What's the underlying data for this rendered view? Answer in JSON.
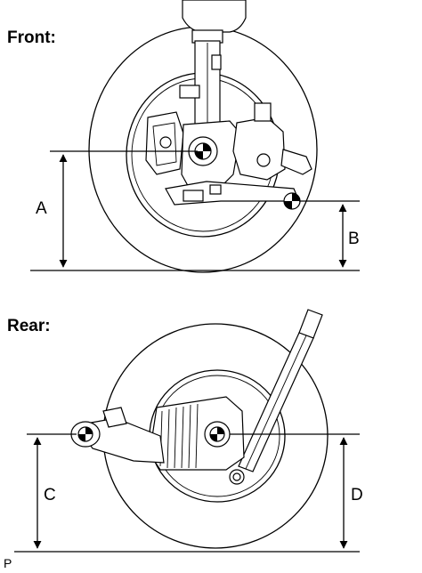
{
  "front": {
    "title": "Front:",
    "dim_a": "A",
    "dim_b": "B"
  },
  "rear": {
    "title": "Rear:",
    "dim_c": "C",
    "dim_d": "D",
    "point_p": "P"
  }
}
